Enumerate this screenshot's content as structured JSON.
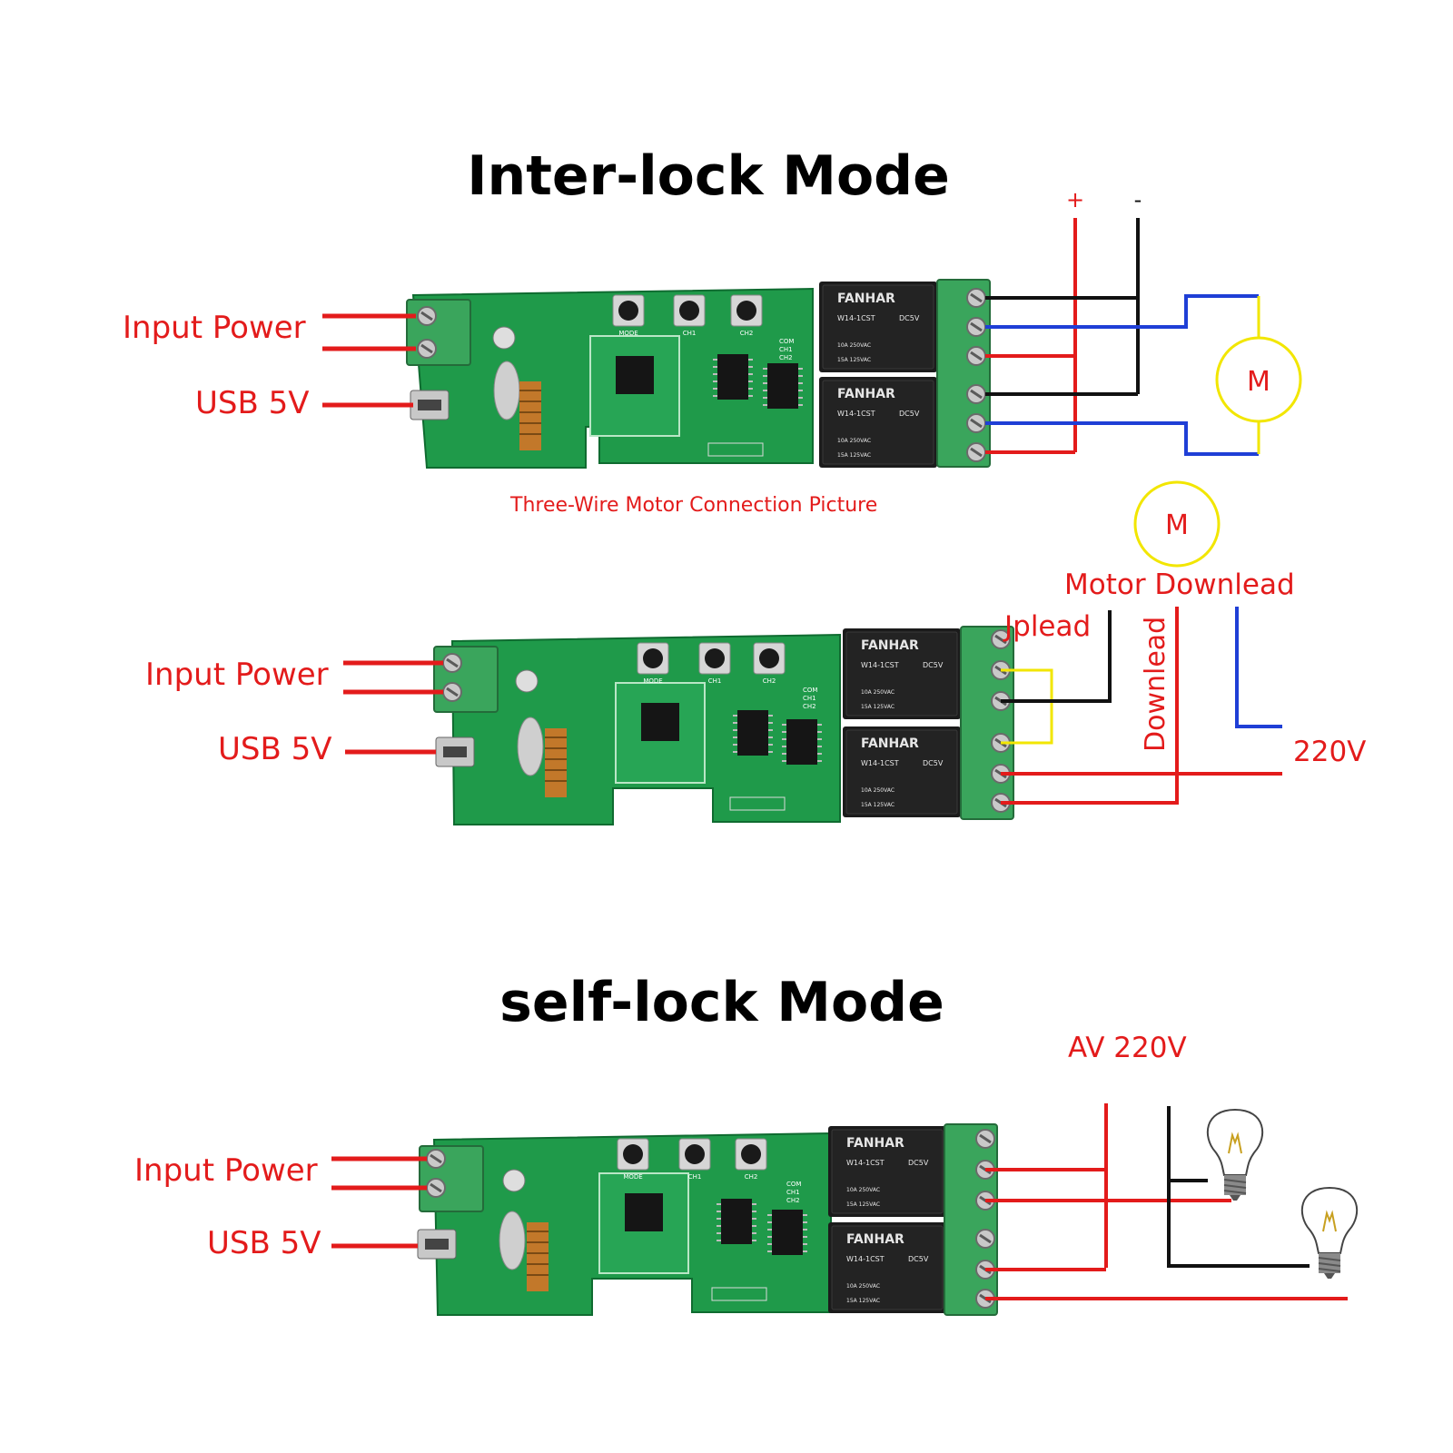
{
  "titles": {
    "interlock": "Inter-lock Mode",
    "selflock": "self-lock Mode"
  },
  "labels": {
    "input_power": "Input Power",
    "usb_5v": "USB 5V",
    "plus": "+",
    "minus": "-",
    "motor": "M",
    "three_wire_caption": "Three-Wire Motor Connection Picture",
    "motor_downlead": "Motor Downlead",
    "jplead": "Jplead",
    "downlead": "Downlead",
    "v220": "220V",
    "av_220v": "AV 220V"
  },
  "relay": {
    "brand": "FANHAR",
    "model": "W14-1CST",
    "coil": "DC5V",
    "rating1": "10A 250VAC",
    "rating2": "15A 125VAC"
  },
  "pcb": {
    "buttons": [
      "MODE",
      "CH1",
      "CH2"
    ],
    "pins": [
      "COM",
      "CH1",
      "CH2"
    ]
  },
  "colors": {
    "wire_red": "#e31b1b",
    "wire_black": "#111111",
    "wire_blue": "#1f3fd6",
    "wire_yellow": "#f2e600",
    "pcb_green": "#1f9a4a",
    "terminal_green": "#3aa55c",
    "relay_black": "#1a1a1a",
    "label_red": "#e31b1b"
  },
  "icons": [
    "lightbulb-icon",
    "motor-icon",
    "screw-terminal-icon",
    "usb-port-icon"
  ]
}
